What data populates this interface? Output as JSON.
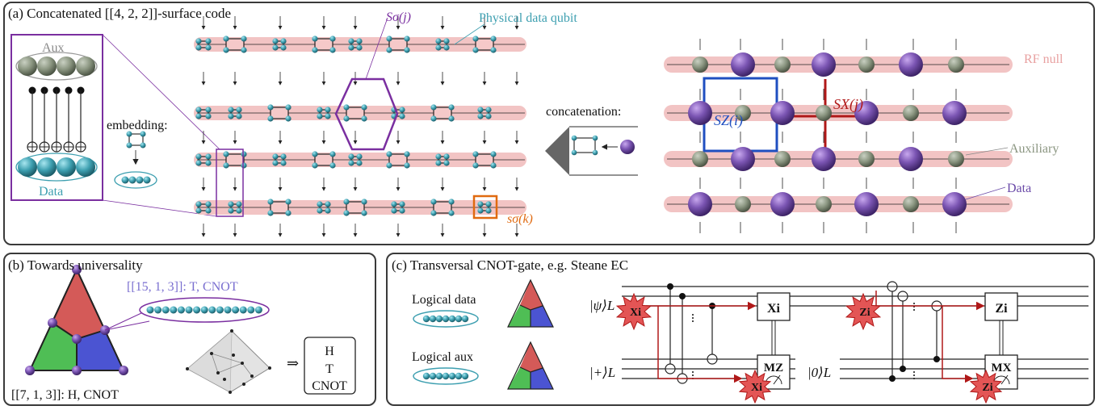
{
  "panel_a": {
    "title": "(a) Concatenated [[4, 2, 2]]-surface code",
    "aux_label": "Aux",
    "data_label": "Data",
    "embedding_label": "embedding:",
    "physical_qubit_label": "Physical data qubit",
    "stabilizer_j_label": "Sσ(j)",
    "stabilizer_k_label": "sσ(k)",
    "concatenation_label": "concatenation:",
    "rf_null_label": "RF null",
    "auxiliary_label": "Auxiliary",
    "data_right_label": "Data",
    "sz_label": "SZ(i)",
    "sx_label": "SX(j)"
  },
  "panel_b": {
    "title": "(b) Towards universality",
    "code_15_label": "[[15, 1, 3]]:  T, CNOT",
    "code_7_label": "[[7, 1, 3]]:  H, CNOT",
    "implies": "⇒",
    "gates": [
      "H",
      "T",
      "CNOT"
    ]
  },
  "panel_c": {
    "title": "(c) Transversal CNOT-gate, e.g. Steane EC",
    "logical_data_label": "Logical data",
    "logical_aux_label": "Logical aux",
    "psi_label": "|ψ⟩L",
    "plus_label": "|+⟩L",
    "zero_label": "|0⟩L",
    "xi_label": "Xi",
    "zi_label": "Zi",
    "box_xi": "Xi",
    "box_zi": "Zi",
    "box_mz": "MZ",
    "box_mx": "MX"
  },
  "colors": {
    "rf_band": "#f2c4c4",
    "data_qubit": "#7b55b3",
    "aux_qubit": "#8a9580",
    "physical_qubit": "#3d9fb0",
    "purple_frame": "#7a2fa0",
    "blue_frame": "#1f4fc0",
    "red_stab": "#b01818",
    "orange_frame": "#e06a10",
    "triangle_red": "#d45a58",
    "triangle_green": "#4fbe55",
    "triangle_blue": "#4b54d2",
    "error_star": "#e35555"
  }
}
